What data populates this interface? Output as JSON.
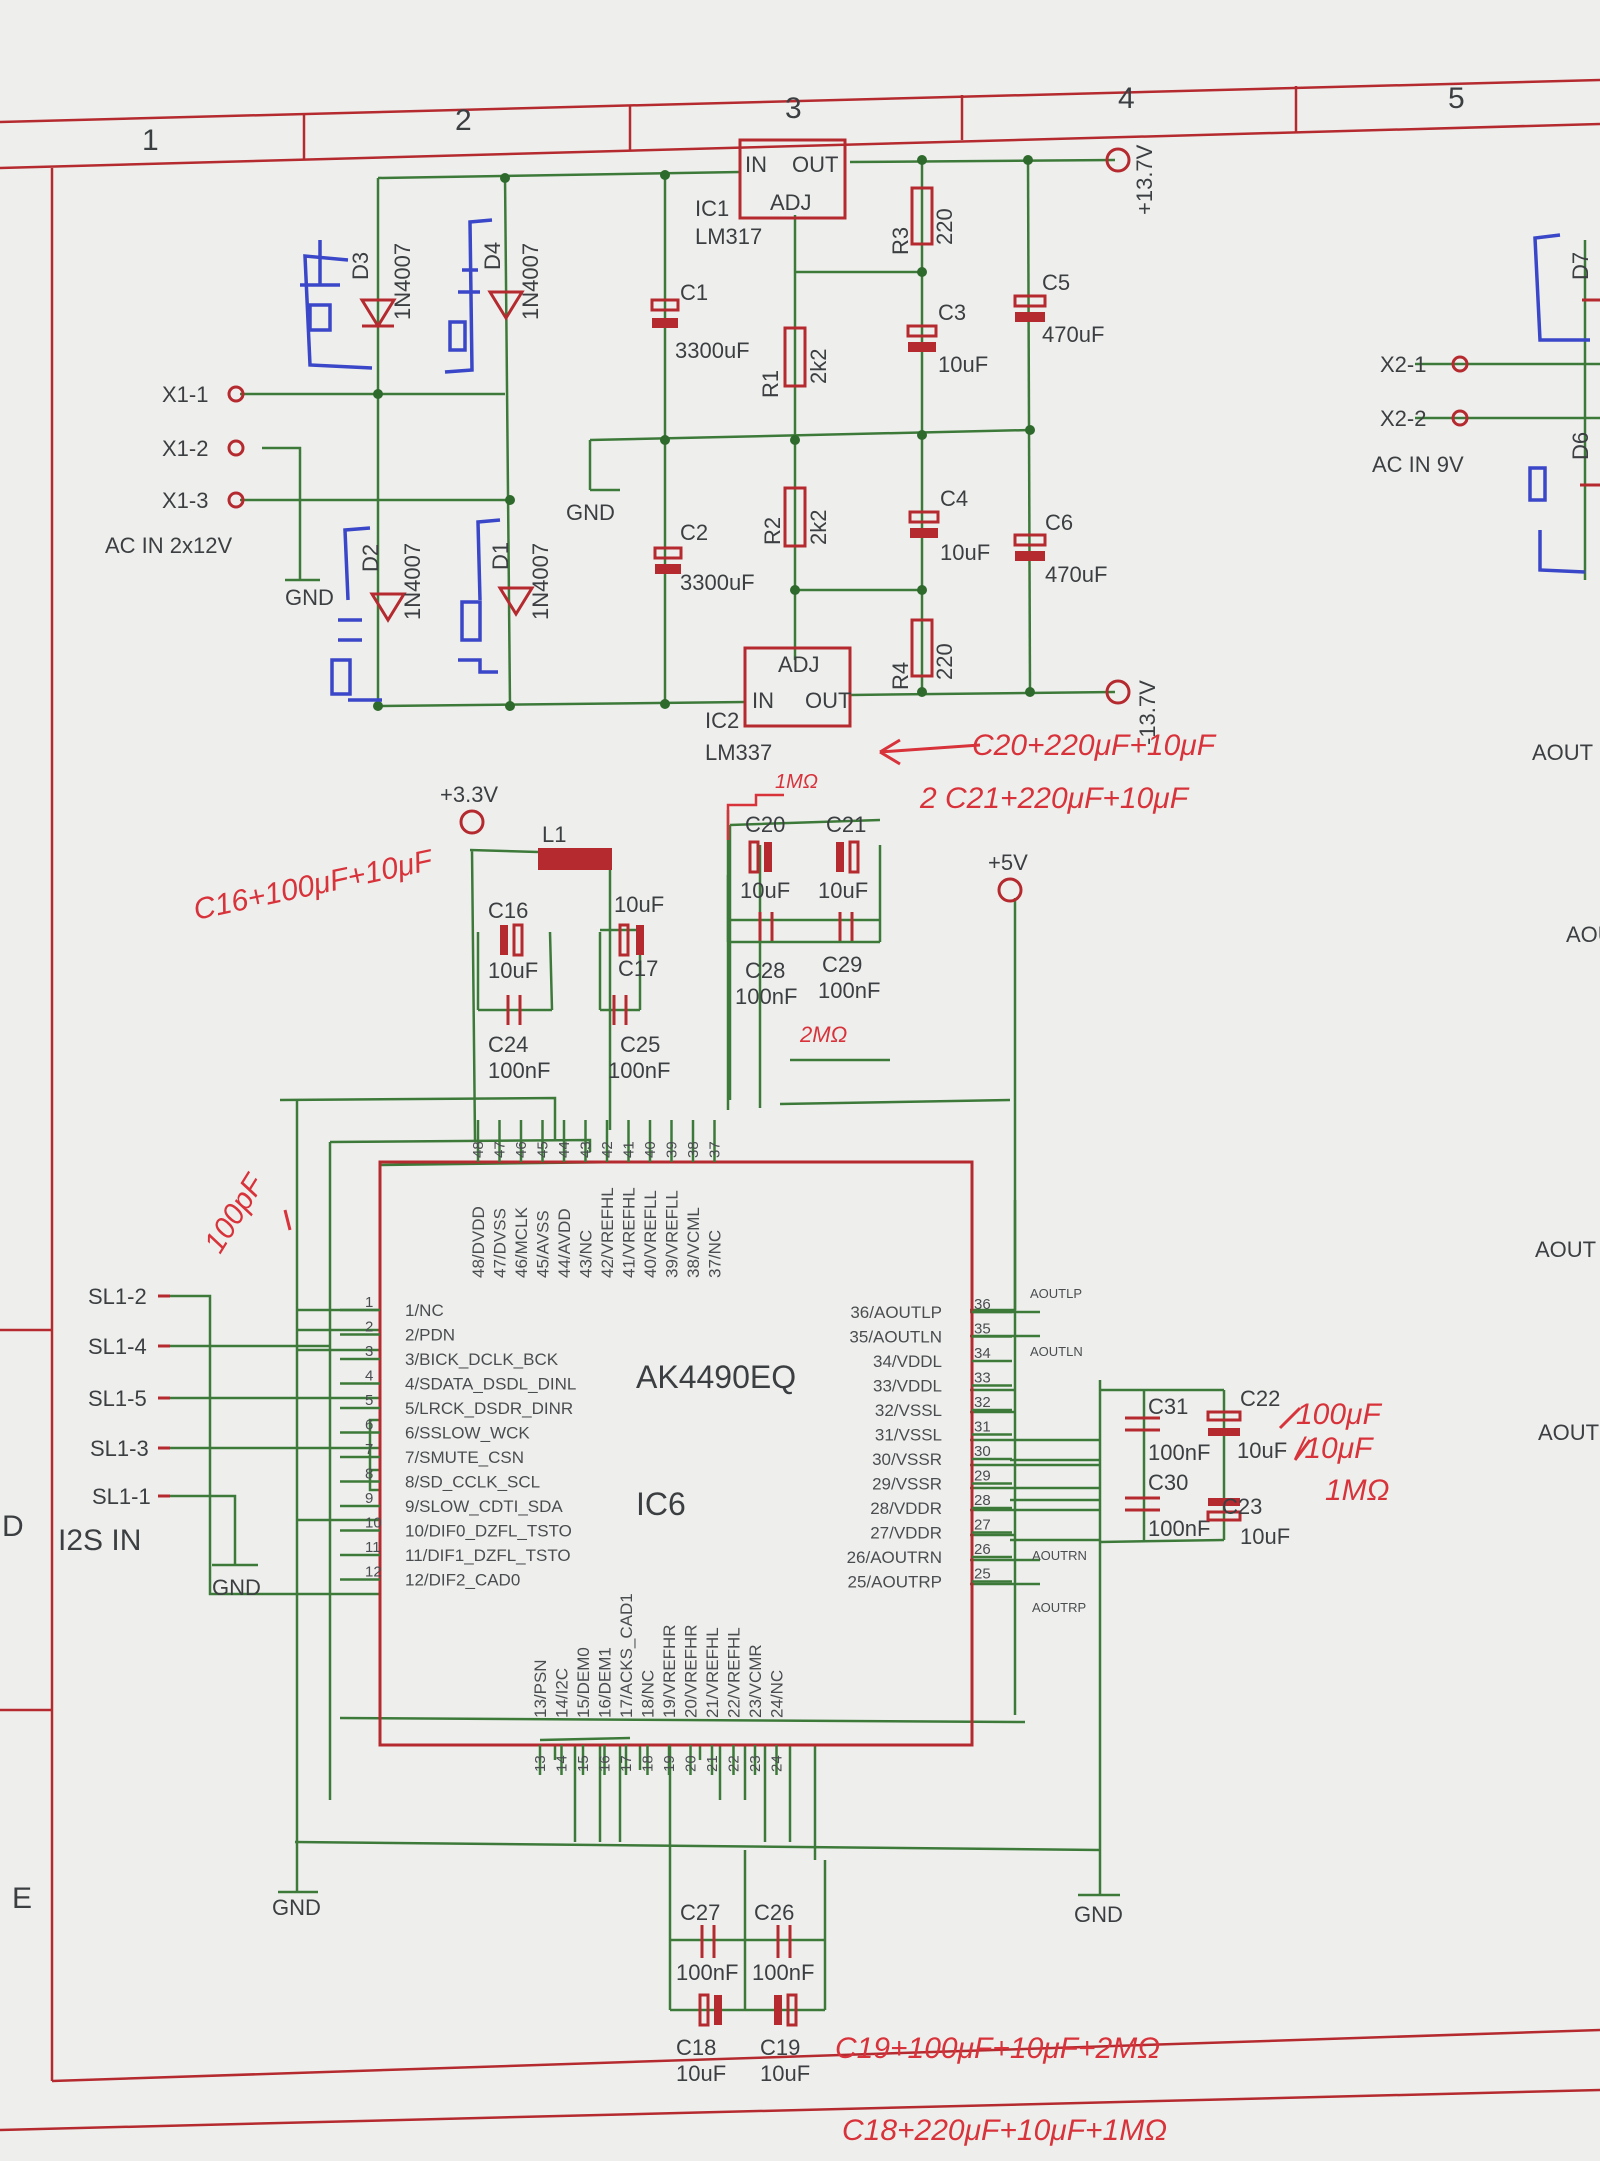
{
  "frame": {
    "columns": [
      "1",
      "2",
      "3",
      "4",
      "5"
    ],
    "rows": [
      "D",
      "E"
    ]
  },
  "power": {
    "connectors": {
      "x1_1": "X1-1",
      "x1_2": "X1-2",
      "x1_3": "X1-3",
      "x1_caption": "AC IN 2x12V",
      "x2_1": "X2-1",
      "x2_2": "X2-2",
      "x2_caption": "AC IN 9V"
    },
    "diodes": {
      "d1": "D1",
      "d2": "D2",
      "d3": "D3",
      "d4": "D4",
      "d6": "D6",
      "d7": "D7",
      "type": "1N4007"
    },
    "ic1": {
      "name": "IC1",
      "part": "LM317",
      "in": "IN",
      "out": "OUT",
      "adj": "ADJ"
    },
    "ic2": {
      "name": "IC2",
      "part": "LM337",
      "in": "IN",
      "out": "OUT",
      "adj": "ADJ"
    },
    "caps": {
      "c1": "C1",
      "c1v": "3300uF",
      "c2": "C2",
      "c2v": "3300uF",
      "c3": "C3",
      "c3v": "10uF",
      "c4": "C4",
      "c4v": "10uF",
      "c5": "C5",
      "c5v": "470uF",
      "c6": "C6",
      "c6v": "470uF"
    },
    "res": {
      "r1": "R1",
      "r1v": "2k2",
      "r2": "R2",
      "r2v": "2k2",
      "r3": "R3",
      "r3v": "220",
      "r4": "R4",
      "r4v": "220"
    },
    "rails": {
      "pos": "+13.7V",
      "neg": "-13.7V",
      "gnd": "GND"
    }
  },
  "dac": {
    "ic_name": "IC6",
    "ic_part": "AK4490EQ",
    "left_pins": [
      "1/NC",
      "2/PDN",
      "3/BICK_DCLK_BCK",
      "4/SDATA_DSDL_DINL",
      "5/LRCK_DSDR_DINR",
      "6/SSLOW_WCK",
      "7/SMUTE_CSN",
      "8/SD_CCLK_SCL",
      "9/SLOW_CDTI_SDA",
      "10/DIF0_DZFL_TSTO",
      "11/DIF1_DZFL_TSTO",
      "12/DIF2_CAD0"
    ],
    "left_nums": [
      "1",
      "2",
      "3",
      "4",
      "5",
      "6",
      "7",
      "8",
      "9",
      "10",
      "11",
      "12"
    ],
    "right_pins": [
      "36/AOUTLP",
      "35/AOUTLN",
      "34/VDDL",
      "33/VDDL",
      "32/VSSL",
      "31/VSSL",
      "30/VSSR",
      "29/VSSR",
      "28/VDDR",
      "27/VDDR",
      "26/AOUTRN",
      "25/AOUTRP"
    ],
    "right_nums": [
      "36",
      "35",
      "34",
      "33",
      "32",
      "31",
      "30",
      "29",
      "28",
      "27",
      "26",
      "25"
    ],
    "top_pins": [
      "48/DVDD",
      "47/DVSS",
      "46/MCLK",
      "45/AVSS",
      "44/AVDD",
      "43/NC",
      "42/VREFHL",
      "41/VREFHL",
      "40/VREFLL",
      "39/VREFLL",
      "38/VCML",
      "37/NC"
    ],
    "top_nums": [
      "48",
      "47",
      "46",
      "45",
      "44",
      "43",
      "42",
      "41",
      "40",
      "39",
      "38",
      "37"
    ],
    "bottom_pins": [
      "13/PSN",
      "14/I2C",
      "15/DEM0",
      "16/DEM1",
      "17/ACKS_CAD1",
      "18/NC",
      "19/VREFHR",
      "20/VREFHR",
      "21/VREFHL",
      "22/VREFHL",
      "23/VCMR",
      "24/NC"
    ],
    "bottom_nums": [
      "13",
      "14",
      "15",
      "16",
      "17",
      "18",
      "19",
      "20",
      "21",
      "22",
      "23",
      "24"
    ],
    "net_labels": {
      "aoutlp": "AOUTLP",
      "aoutln": "AOUTLN",
      "aoutrn": "AOUTRN",
      "aoutrp": "AOUTRP"
    },
    "rails": {
      "v33": "+3.3V",
      "v5": "+5V",
      "gnd": "GND"
    },
    "i2s": {
      "sl1_2": "SL1-2",
      "sl1_4": "SL1-4",
      "sl1_5": "SL1-5",
      "sl1_3": "SL1-3",
      "sl1_1": "SL1-1",
      "caption": "I2S IN"
    },
    "inductor": "L1",
    "caps": {
      "c16": "C16",
      "c16v": "10uF",
      "c17": "C17",
      "c17v": "10uF",
      "c24": "C24",
      "c24v": "100nF",
      "c25": "C25",
      "c25v": "100nF",
      "c20": "C20",
      "c20v": "10uF",
      "c21": "C21",
      "c21v": "10uF",
      "c28": "C28",
      "c28v": "100nF",
      "c29": "C29",
      "c29v": "100nF",
      "c22": "C22",
      "c22v": "10uF",
      "c23": "C23",
      "c23v": "10uF",
      "c31": "C31",
      "c31v": "100nF",
      "c30": "C30",
      "c30v": "100nF",
      "c27": "C27",
      "c27v": "100nF",
      "c26": "C26",
      "c26v": "100nF",
      "c18": "C18",
      "c18v": "10uF",
      "c19": "C19",
      "c19v": "10uF"
    }
  },
  "right_edge": {
    "aout1": "AOUT",
    "aout2": "AOUT",
    "aout3": "AOUT",
    "aout4": "AOUT"
  },
  "handwritten": {
    "n1": "C20+220μF+10μF",
    "n2": "2 C21+220μF+10μF",
    "n3": "C16+100μF+10μF",
    "n4": "100pF",
    "n5": "100μF",
    "n6": "/10μF",
    "n7": "1MΩ",
    "n8": "C19+100μF+10μF+2MΩ",
    "n9": "C18+220μF+10μF+1MΩ",
    "n10": "1MΩ",
    "n11": "2MΩ"
  }
}
